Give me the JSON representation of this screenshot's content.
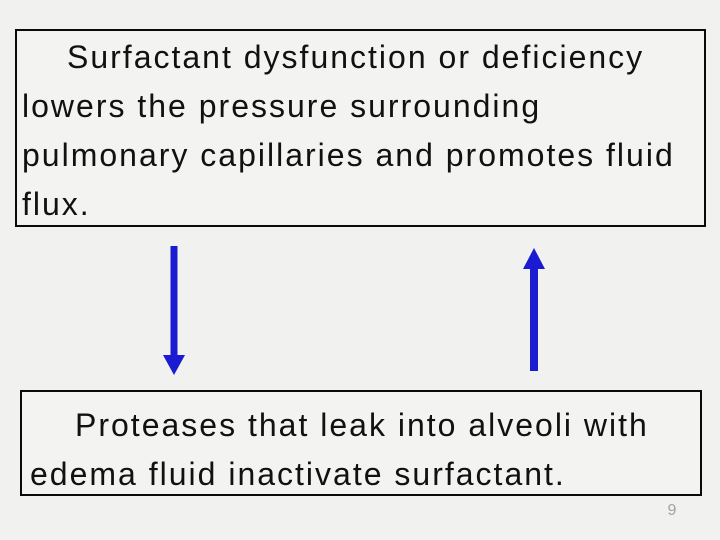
{
  "slide": {
    "background_color": "#f1f1ef",
    "box_fill_color": "#f3f3f1",
    "box_border_color": "#0a0a0a",
    "text_color": "#111111",
    "arrow_color": "#1b1bd1",
    "page_number": "9",
    "top_box": {
      "text": "Surfactant dysfunction or deficiency lowers the pressure surrounding pulmonary capillaries and promotes fluid flux.",
      "lines": [
        "Surfactant dysfunction or deficiency",
        "lowers the pressure surrounding",
        "pulmonary capillaries and promotes fluid",
        "flux."
      ]
    },
    "bottom_box": {
      "text": "Proteases that leak into alveoli with edema fluid inactivate surfactant.",
      "lines": [
        "Proteases that leak into alveoli with",
        "edema fluid inactivate surfactant."
      ]
    }
  }
}
